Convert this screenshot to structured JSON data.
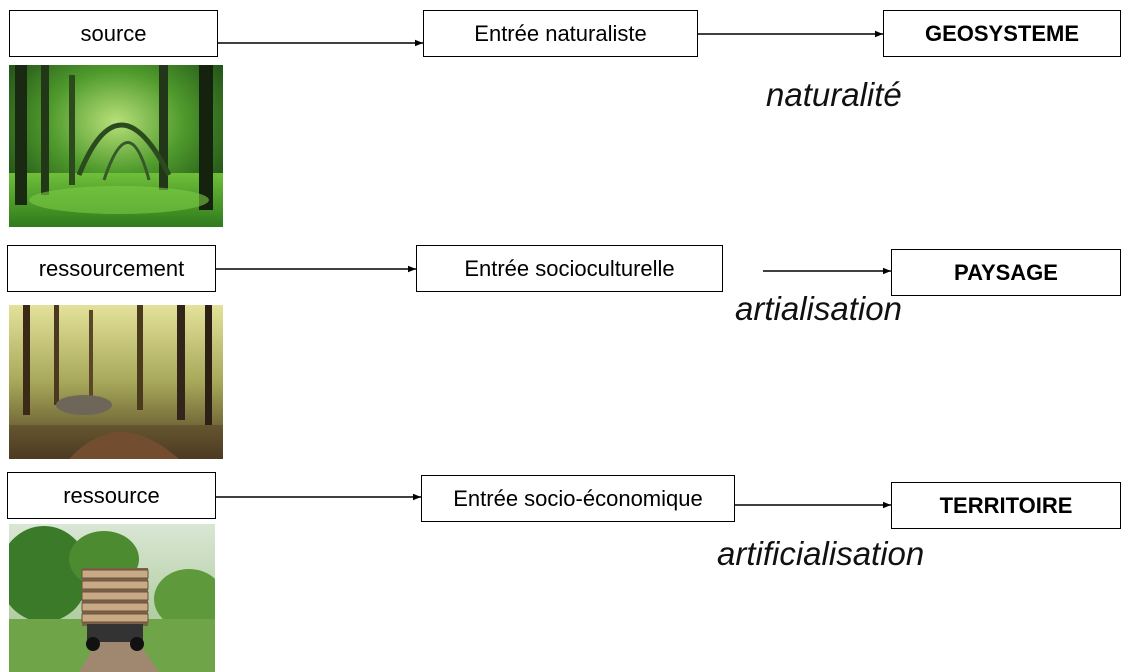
{
  "rows": [
    {
      "source_label": "source",
      "entry_label": "Entrée naturaliste",
      "result_label": "GEOSYSTEME",
      "process_label": "naturalité",
      "photo_icon": "forest-photo-icon"
    },
    {
      "source_label": "ressourcement",
      "entry_label": "Entrée socioculturelle",
      "result_label": "PAYSAGE",
      "process_label": "artialisation",
      "photo_icon": "sunlit-woodland-path-photo-icon"
    },
    {
      "source_label": "ressource",
      "entry_label": "Entrée socio-économique",
      "result_label": "TERRITOIRE",
      "process_label": "artificialisation",
      "photo_icon": "logging-truck-photo-icon"
    }
  ],
  "colors": {
    "text": "#000000",
    "border": "#000000",
    "background": "#ffffff"
  }
}
